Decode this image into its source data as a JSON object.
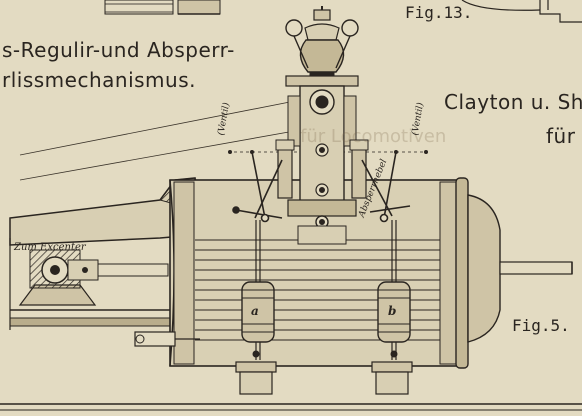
{
  "plate": {
    "fig13_label": "Fig.13.",
    "heading_line1": "s-Regulir-und Absperr-",
    "heading_line2": "rlissmechanismus.",
    "clayton_label": "Clayton u. Shu",
    "fur_label": "für",
    "fig5_label": "Fig.5.",
    "ventil_left": "(Ventil)",
    "ventil_right": "(Ventil)",
    "zum_excenter": "Zum Excenter",
    "absperrhebel": "Absperrhebel",
    "spring_a": "a",
    "spring_b": "b",
    "faint_bleed": "für Locomotiven"
  },
  "colors": {
    "paper": "#e3dbc2",
    "ink": "#2a2520",
    "shade": "#b9ad8c"
  }
}
